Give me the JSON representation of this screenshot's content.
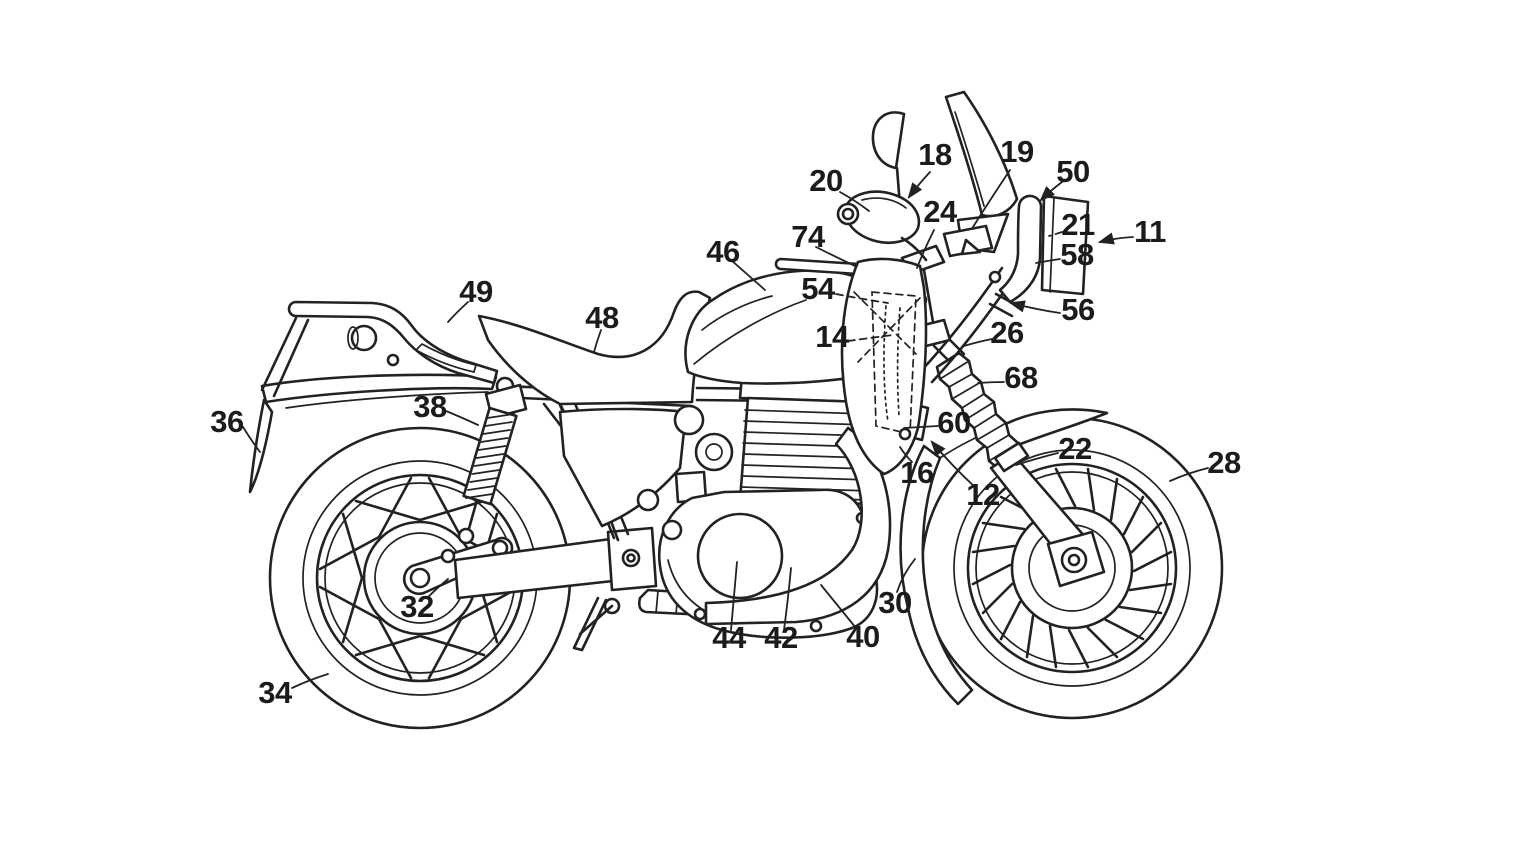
{
  "figure": {
    "kind": "patent line drawing",
    "subject": "Motorcycle right-side elevation with numbered reference parts",
    "background_color": "#ffffff",
    "line_color": "#222222",
    "label_color": "#1b1b1b"
  },
  "labels": [
    "11",
    "12",
    "14",
    "16",
    "18",
    "19",
    "20",
    "21",
    "22",
    "24",
    "26",
    "28",
    "30",
    "32",
    "34",
    "36",
    "38",
    "40",
    "42",
    "44",
    "46",
    "48",
    "49",
    "50",
    "54",
    "56",
    "58",
    "60",
    "68",
    "74"
  ]
}
